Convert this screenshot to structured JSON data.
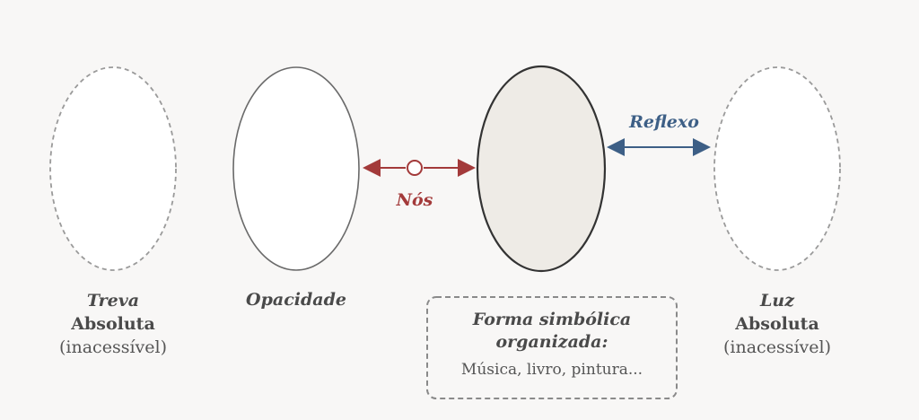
{
  "left": {
    "title": "Treva",
    "subtitle": "Absoluta",
    "note": "(inacessível)"
  },
  "opacity": {
    "title": "Opacidade"
  },
  "center": {
    "label": "Nós"
  },
  "form": {
    "line1": "Forma simbólica",
    "line2": "organizada:",
    "examples": "Música, livro, pintura..."
  },
  "reflection": {
    "label": "Reflexo"
  },
  "right": {
    "title": "Luz",
    "subtitle": "Absoluta",
    "note": "(inacessível)"
  },
  "colors": {
    "arrow_red": "#a33a3a",
    "arrow_blue": "#3d5f86",
    "dashed_gray": "#8a8a8a",
    "filled_oval": "#eeebe6"
  }
}
